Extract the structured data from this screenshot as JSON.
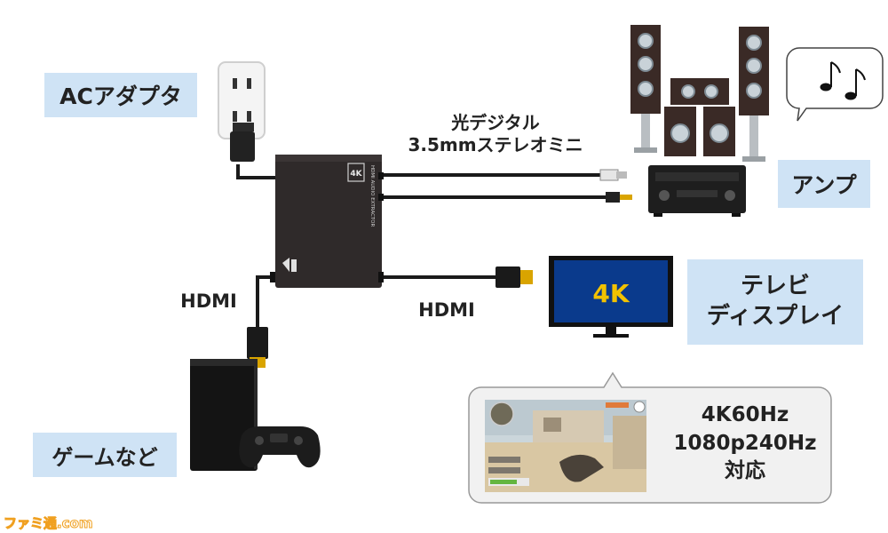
{
  "labels": {
    "ac_adapter": "ACアダプタ",
    "amp": "アンプ",
    "tv_line1": "テレビ",
    "tv_line2": "ディスプレイ",
    "game": "ゲームなど",
    "optical_line1": "光デジタル",
    "optical_line2": "3.5mmステレオミニ",
    "hdmi_in": "HDMI",
    "hdmi_out": "HDMI"
  },
  "device": {
    "badge": "4K",
    "side_text": "HDMI AUDIO EXTRACTOR"
  },
  "tv_screen_text": "4K",
  "specs": {
    "line1": "4K60Hz",
    "line2": "1080p240Hz",
    "line3": "対応"
  },
  "watermark": "ファミ通.com",
  "colors": {
    "label_bg": "#cfe3f5",
    "tv_screen": "#0a3a8c",
    "tv_4k": "#f2c200",
    "cable": "#1a1a1a",
    "gold_plug": "#d9a400"
  }
}
